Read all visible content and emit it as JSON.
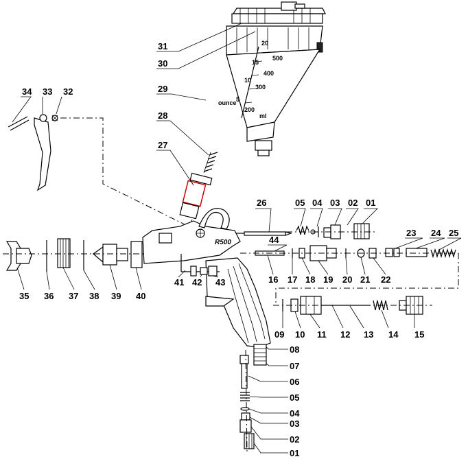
{
  "diagram": {
    "brand_label": "R500",
    "cup_scale": {
      "left_marks": [
        "20",
        "15",
        "10",
        "5"
      ],
      "right_marks": [
        "500",
        "400",
        "300",
        "200"
      ],
      "unit_left": "ounce",
      "unit_right": "ml"
    },
    "part_labels": {
      "p01a": "01",
      "p02a": "02",
      "p03a": "03",
      "p04a": "04",
      "p05a": "05",
      "p26": "26",
      "p44": "44",
      "p23": "23",
      "p24": "24",
      "p25": "25",
      "p35": "35",
      "p36": "36",
      "p37": "37",
      "p38": "38",
      "p39": "39",
      "p40": "40",
      "p41": "41",
      "p42": "42",
      "p43": "43",
      "p16": "16",
      "p17": "17",
      "p18": "18",
      "p19": "19",
      "p20": "20",
      "p21": "21",
      "p22": "22",
      "p09": "09",
      "p10": "10",
      "p11": "11",
      "p12": "12",
      "p13": "13",
      "p14": "14",
      "p15": "15",
      "p31": "31",
      "p30": "30",
      "p29": "29",
      "p28": "28",
      "p27": "27",
      "p34": "34",
      "p33": "33",
      "p32": "32",
      "p08": "08",
      "p07": "07",
      "p06": "06",
      "p05b": "05",
      "p04b": "04",
      "p03b": "03",
      "p02b": "02",
      "p01b": "01"
    }
  }
}
